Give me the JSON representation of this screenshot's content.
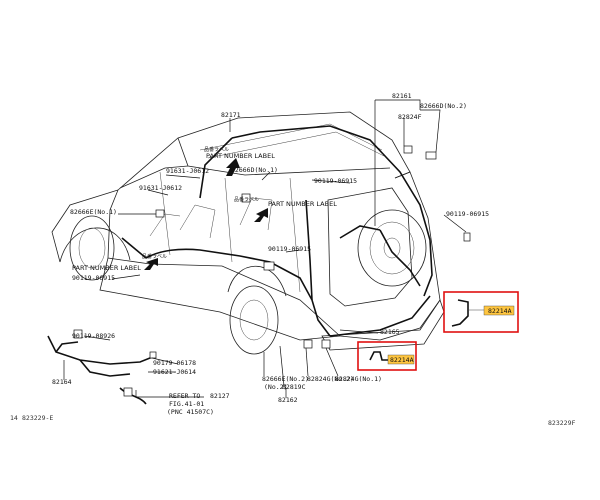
{
  "labels": {
    "p82161": "82161",
    "p82666D_no2": "82666D(No.2)",
    "p82824F": "82824F",
    "p82171": "82171",
    "p82666D_no1": "82666D(No.1)",
    "p91631": "91631-J0612",
    "p90119_06915_a": "90119-06915",
    "p90119_06915_b": "90119-06915",
    "p90119_06915_c": "90119-06915",
    "p90119_06915_d": "90119-06915",
    "p90119_08926": "90119-08926",
    "p82666E_no1": "82666E(No.1)",
    "p82214_a": "82214A",
    "p82214_b": "82214A",
    "p82165": "82165",
    "p90179": "90179-06178",
    "p91621": "91621-J0614",
    "p82164": "82164",
    "p82127": "82127",
    "p82666E_no2": "82666E(No.2)",
    "p82819C": "82819C",
    "p82824G_no2": "82824G(No.2)",
    "p82824G_no1": "82824G(No.1)",
    "p82162": "82162",
    "refer_line1": "REFER TO",
    "refer_line2": "FIG.41-01",
    "refer_line3": "(PNC 41507C)",
    "part_number_label_1": "PART NUMBER LABEL",
    "part_number_label_2": "PART NUMBER LABEL",
    "part_number_label_3": "PART NUMBER LABEL",
    "jp_label_1": "品番ラベル",
    "jp_label_2": "品番ラベル",
    "jp_label_3": "品番ラベル"
  },
  "footer": {
    "left_code": "823229-E",
    "right_code": "823229F",
    "left_marker": "14"
  },
  "colors": {
    "highlight_box": "#e01010",
    "highlight_fill": "#ffc640"
  }
}
